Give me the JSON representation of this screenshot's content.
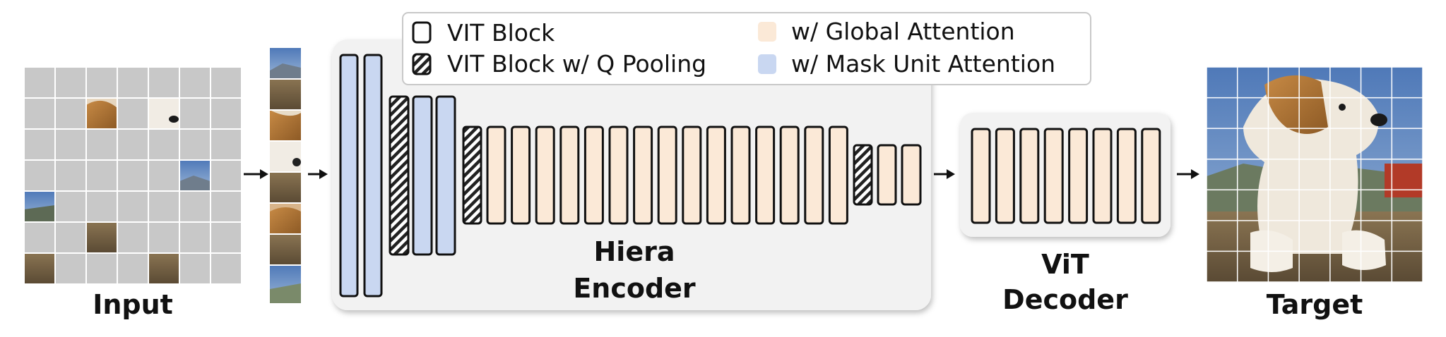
{
  "legend": {
    "vit_block": "VIT Block",
    "vit_block_q_pooling": "VIT Block w/ Q Pooling",
    "global_attention": "w/ Global Attention",
    "mask_unit_attention": "w/ Mask Unit Attention"
  },
  "labels": {
    "input": "Input",
    "encoder_line1": "Hiera",
    "encoder_line2": "Encoder",
    "decoder_line1": "ViT",
    "decoder_line2": "Decoder",
    "target": "Target"
  },
  "colors": {
    "global_attention": "#fbe9d7",
    "mask_unit_attention": "#c9d7f1",
    "masked_patch": "#c8c8c8",
    "panel": "#f2f2f2",
    "stroke": "#111111"
  },
  "icons": {
    "arrow": "arrow-right-icon",
    "hatch": "diagonal-hatch-pattern"
  }
}
